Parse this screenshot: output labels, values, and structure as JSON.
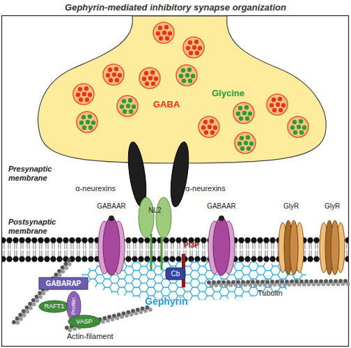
{
  "diagram": {
    "title": "Gephyrin-mediated inhibitory synapse organization",
    "nodes": [
      {
        "text": [
          "α-neurexins"
        ]
      },
      {
        "text": [
          "α-neurexins"
        ]
      },
      {
        "text": [
          "NL2"
        ]
      },
      {
        "text": [
          "GABAAR"
        ]
      },
      {
        "text": [
          "GABAAR"
        ]
      },
      {
        "text": [
          "GlyR"
        ]
      },
      {
        "text": [
          "GlyR"
        ]
      },
      {
        "text": [
          "PI3P"
        ]
      },
      {
        "text": [
          "Cb"
        ]
      },
      {
        "text": [
          "GABARAP"
        ]
      },
      {
        "text": [
          "RAFT1"
        ]
      },
      {
        "text": [
          "Profilin"
        ]
      },
      {
        "text": [
          "VASP"
        ]
      }
    ],
    "labels": [
      "GABA",
      "Glycine",
      "Presynaptic membrane",
      "Postsynaptic membrane",
      "Gephyrin",
      "Tubulin",
      "Actin-filament"
    ]
  }
}
